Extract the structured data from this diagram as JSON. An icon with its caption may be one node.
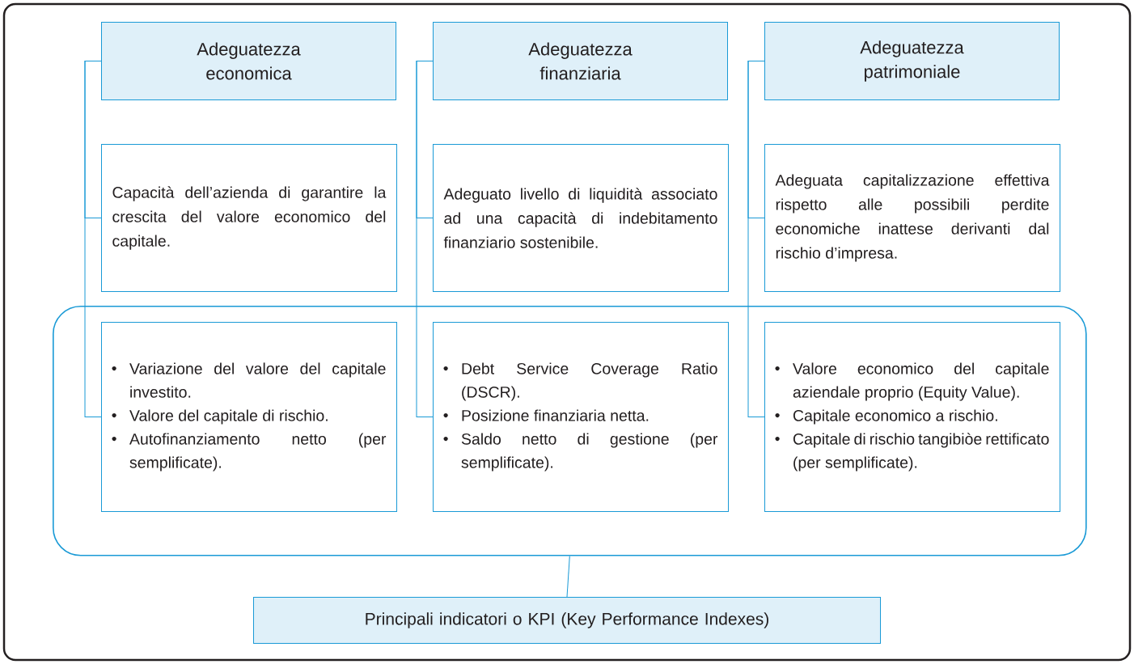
{
  "diagram": {
    "nodes": [
      {
        "text": [
          "Adeguatezza economica"
        ]
      },
      {
        "text": [
          "Adeguatezza finanziaria"
        ]
      },
      {
        "text": [
          "Adeguatezza patrimoniale"
        ]
      },
      {
        "text": [
          "Capacità dell’azienda di garantire la crescita del valore economico del capitale."
        ]
      },
      {
        "text": [
          "Adeguato livello di liquidità associato ad una capacità di indebitamento finanziario sostenibile."
        ]
      },
      {
        "text": [
          "Adeguata capitalizzazione effettiva rispetto alle possibili perdite economiche inattese derivanti dal rischio d’impresa."
        ]
      },
      {
        "text": [],
        "shape": "box"
      },
      {
        "text": [
          "Variazione del valore del capitale investito.",
          "Valore del capitale di rischio.",
          "Autofinanziamento netto (per semplificate)."
        ],
        "in": 6
      },
      {
        "text": [
          "Debt Service Coverage Ratio (DSCR).",
          "Posizione finanziaria netta.",
          "Saldo netto di gestione (per semplificate)."
        ],
        "in": 6
      },
      {
        "text": [
          "Valore economico del capitale aziendale proprio (Equity Value).",
          "Capitale economico a rischio.",
          "Capitale di rischio tangibiòe rettificato (per semplificate)."
        ],
        "in": 6
      },
      {
        "text": [
          "Principali indicatori o KPI (Key Performance Indexes)"
        ]
      }
    ],
    "edges": [
      {
        "from": 0,
        "to": 3,
        "arrow": "none"
      },
      {
        "from": 0,
        "to": 7,
        "arrow": "none"
      },
      {
        "from": 1,
        "to": 4,
        "arrow": "none"
      },
      {
        "from": 1,
        "to": 8,
        "arrow": "none"
      },
      {
        "from": 2,
        "to": 5,
        "arrow": "none"
      },
      {
        "from": 2,
        "to": 9,
        "arrow": "none"
      },
      {
        "from": 6,
        "to": 10,
        "arrow": "none"
      }
    ]
  }
}
